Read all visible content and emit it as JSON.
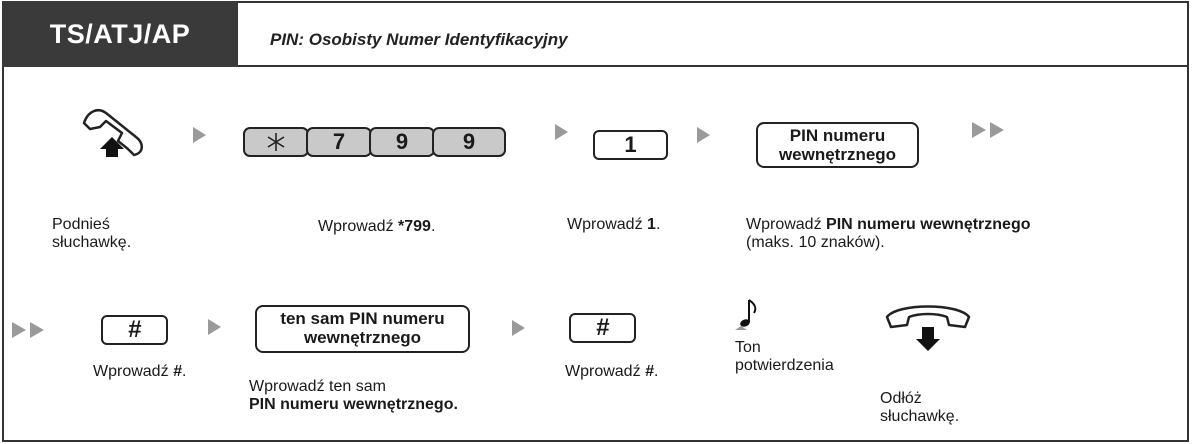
{
  "header": {
    "mode_tab": "TS/ATJ/AP",
    "title": "PIN: Osobisty Numer Identyfikacyjny"
  },
  "row1": {
    "lift_label_line1": "Podnieś",
    "lift_label_line2": "słuchawkę.",
    "code_keys": [
      "*",
      "7",
      "9",
      "9"
    ],
    "code_label_prefix": "Wprowadź ",
    "code_label_value": "*799",
    "code_label_suffix": ".",
    "one_key": "1",
    "one_label_prefix": "Wprowadź ",
    "one_label_value": "1",
    "one_label_suffix": ".",
    "pin_key_line1": "PIN numeru",
    "pin_key_line2": "wewnętrznego",
    "pin_label_prefix": "Wprowadź ",
    "pin_label_value": "PIN numeru wewnętrznego",
    "pin_label_line2": "(maks. 10 znaków)."
  },
  "row2": {
    "hash_key_1": "#",
    "hash_label_1_prefix": "Wprowadź ",
    "hash_label_1_value": "#",
    "hash_label_1_suffix": ".",
    "same_pin_key_line1": "ten sam PIN numeru",
    "same_pin_key_line2": "wewnętrznego",
    "same_pin_label_line1": "Wprowadź ten sam",
    "same_pin_label_line2": "PIN numeru wewnętrznego.",
    "hash_key_2": "#",
    "hash_label_2_prefix": "Wprowadź ",
    "hash_label_2_value": "#",
    "hash_label_2_suffix": ".",
    "tone_label_line1": "Ton",
    "tone_label_line2": "potwierdzenia",
    "hangup_label_line1": "Odłóż",
    "hangup_label_line2": "słuchawkę."
  },
  "icons": [
    "handset-lift-icon",
    "arrow-right-icon",
    "double-arrow-icon",
    "music-note-icon",
    "handset-hangup-icon"
  ],
  "colors": {
    "header_tab_bg": "#3a3a3a",
    "key_shaded_bg": "#c9c9c9",
    "arrow": "#9a9a9a"
  }
}
